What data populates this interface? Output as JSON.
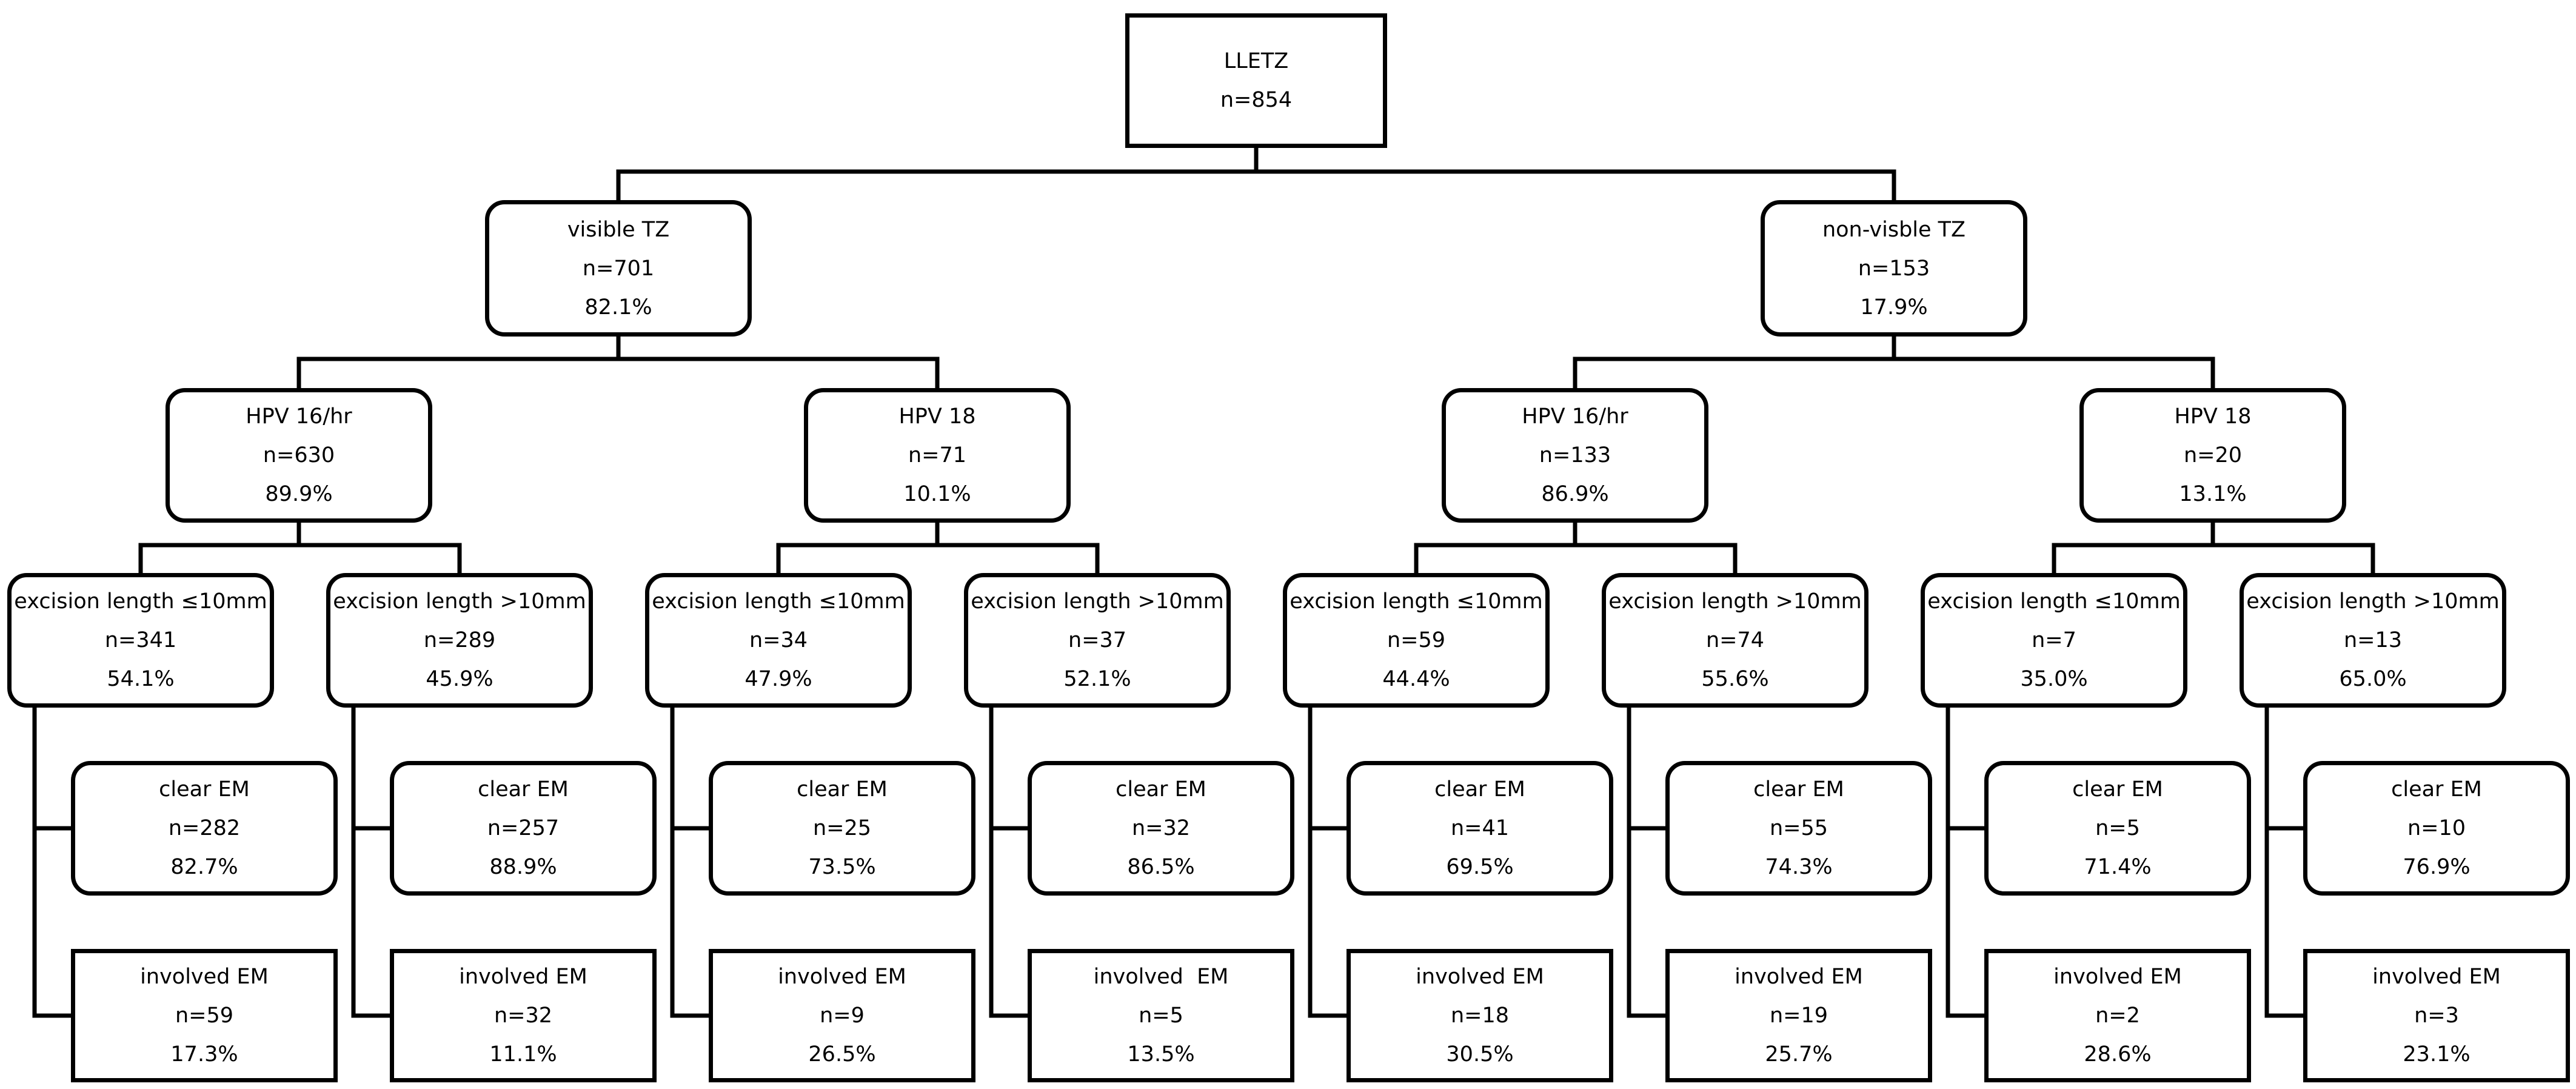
{
  "root": {
    "label": "LLETZ",
    "n": "n=854"
  },
  "branches": [
    {
      "label": "visible TZ",
      "n": "n=701",
      "pct": "82.1%",
      "hpv": [
        {
          "label": "HPV 16/hr",
          "n": "n=630",
          "pct": "89.9%",
          "lengths": [
            {
              "label": "excision length ≤10mm",
              "n": "n=341",
              "pct": "54.1%",
              "clear": {
                "label": "clear EM",
                "n": "n=282",
                "pct": "82.7%"
              },
              "involved": {
                "label": "involved EM",
                "n": "n=59",
                "pct": "17.3%"
              }
            },
            {
              "label": "excision length >10mm",
              "n": "n=289",
              "pct": "45.9%",
              "clear": {
                "label": "clear EM",
                "n": "n=257",
                "pct": "88.9%"
              },
              "involved": {
                "label": "involved EM",
                "n": "n=32",
                "pct": "11.1%"
              }
            }
          ]
        },
        {
          "label": "HPV 18",
          "n": "n=71",
          "pct": "10.1%",
          "lengths": [
            {
              "label": "excision length ≤10mm",
              "n": "n=34",
              "pct": "47.9%",
              "clear": {
                "label": "clear EM",
                "n": "n=25",
                "pct": "73.5%"
              },
              "involved": {
                "label": "involved EM",
                "n": "n=9",
                "pct": "26.5%"
              }
            },
            {
              "label": "excision length >10mm",
              "n": "n=37",
              "pct": "52.1%",
              "clear": {
                "label": "clear EM",
                "n": "n=32",
                "pct": "86.5%"
              },
              "involved": {
                "label": "involved  EM",
                "n": "n=5",
                "pct": "13.5%"
              }
            }
          ]
        }
      ]
    },
    {
      "label": "non-visble TZ",
      "n": "n=153",
      "pct": "17.9%",
      "hpv": [
        {
          "label": "HPV 16/hr",
          "n": "n=133",
          "pct": "86.9%",
          "lengths": [
            {
              "label": "excision length ≤10mm",
              "n": "n=59",
              "pct": "44.4%",
              "clear": {
                "label": "clear EM",
                "n": "n=41",
                "pct": "69.5%"
              },
              "involved": {
                "label": "involved EM",
                "n": "n=18",
                "pct": "30.5%"
              }
            },
            {
              "label": "excision length >10mm",
              "n": "n=74",
              "pct": "55.6%",
              "clear": {
                "label": "clear EM",
                "n": "n=55",
                "pct": "74.3%"
              },
              "involved": {
                "label": "involved EM",
                "n": "n=19",
                "pct": "25.7%"
              }
            }
          ]
        },
        {
          "label": "HPV 18",
          "n": "n=20",
          "pct": "13.1%",
          "lengths": [
            {
              "label": "excision length ≤10mm",
              "n": "n=7",
              "pct": "35.0%",
              "clear": {
                "label": "clear EM",
                "n": "n=5",
                "pct": "71.4%"
              },
              "involved": {
                "label": "involved EM",
                "n": "n=2",
                "pct": "28.6%"
              }
            },
            {
              "label": "excision length >10mm",
              "n": "n=13",
              "pct": "65.0%",
              "clear": {
                "label": "clear EM",
                "n": "n=10",
                "pct": "76.9%"
              },
              "involved": {
                "label": "involved EM",
                "n": "n=3",
                "pct": "23.1%"
              }
            }
          ]
        }
      ]
    }
  ]
}
